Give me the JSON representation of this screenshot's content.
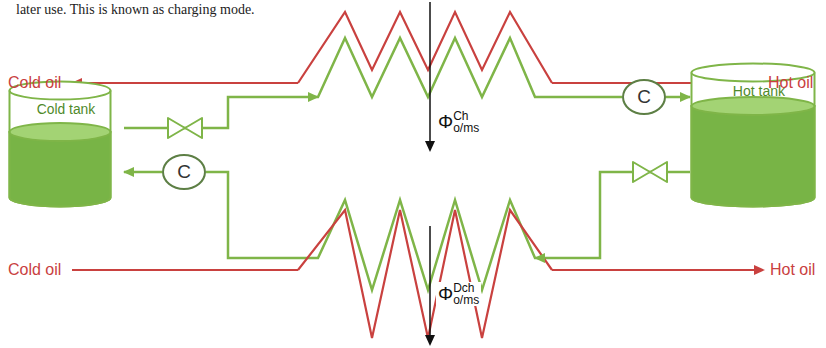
{
  "diagram": {
    "nodes": [
      {
        "text": [
          "Cold tank"
        ]
      },
      {
        "text": [
          "Hot tank"
        ]
      },
      {
        "text": [
          "C"
        ]
      },
      {
        "text": [
          "C"
        ]
      }
    ],
    "edges": [
      {
        "from": 0,
        "to": 2,
        "arrow": "none"
      },
      {
        "from": 2,
        "to": 1,
        "arrow": "to"
      },
      {
        "from": 1,
        "to": 3,
        "arrow": "none"
      },
      {
        "from": 3,
        "to": 0,
        "arrow": "to"
      }
    ],
    "labels": [
      "later use. This is known as charging mode.",
      "Cold oil",
      "Hot oil",
      "Φ",
      "o/ms",
      "Ch",
      "Cold oil",
      "Hot oil",
      "Φ",
      "o/ms",
      "Dch"
    ]
  }
}
